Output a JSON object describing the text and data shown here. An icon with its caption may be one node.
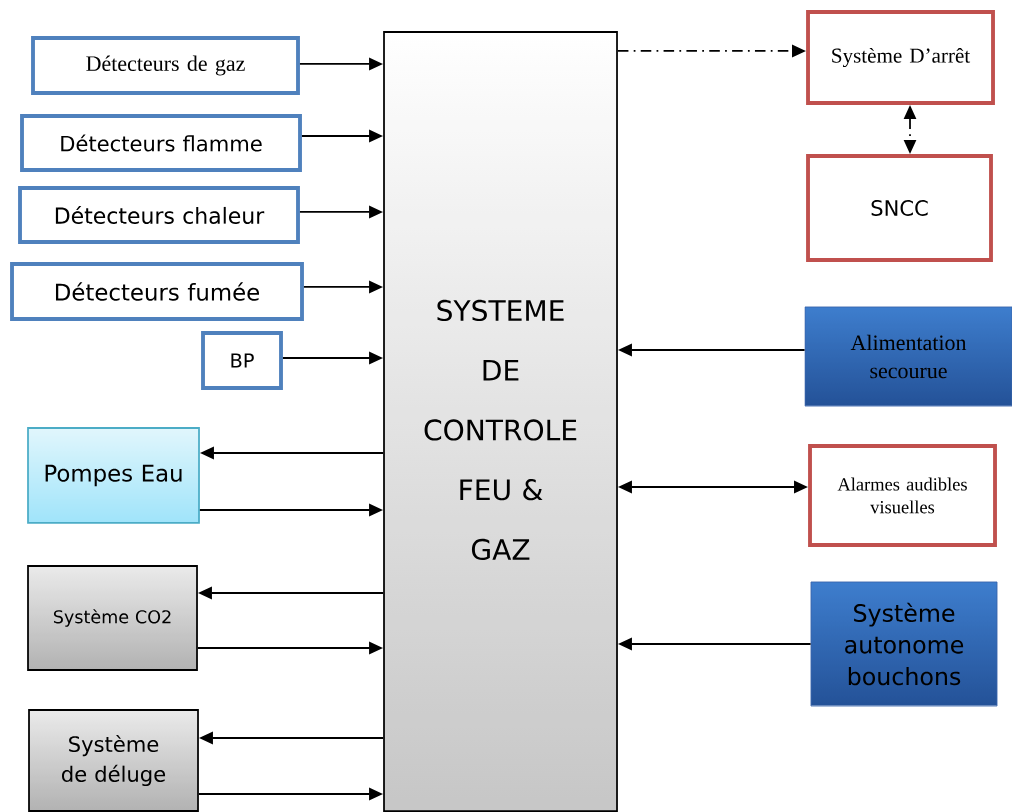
{
  "diagram": {
    "nodes": [
      {
        "text": [
          "SYSTEME DE CONTROLE FEU & GAZ"
        ]
      },
      {
        "text": [
          "Détecteurs de gaz"
        ]
      },
      {
        "text": [
          "Détecteurs flamme"
        ]
      },
      {
        "text": [
          "Détecteurs chaleur"
        ]
      },
      {
        "text": [
          "Détecteurs fumée"
        ]
      },
      {
        "text": [
          "BP"
        ]
      },
      {
        "text": [
          "Pompes Eau"
        ]
      },
      {
        "text": [
          "Système CO2"
        ]
      },
      {
        "text": [
          "Système de déluge"
        ]
      },
      {
        "text": [
          "Système D’arrêt"
        ]
      },
      {
        "text": [
          "SNCC"
        ]
      },
      {
        "text": [
          "Alimentation secourue"
        ]
      },
      {
        "text": [
          "Alarmes audibles visuelles"
        ]
      },
      {
        "text": [
          "Système autonome bouchons"
        ]
      }
    ],
    "edges": [
      {
        "from": 1,
        "to": 0,
        "arrow": "to"
      },
      {
        "from": 2,
        "to": 0,
        "arrow": "to"
      },
      {
        "from": 3,
        "to": 0,
        "arrow": "to"
      },
      {
        "from": 4,
        "to": 0,
        "arrow": "to"
      },
      {
        "from": 5,
        "to": 0,
        "arrow": "to"
      },
      {
        "from": 0,
        "to": 6,
        "arrow": "to"
      },
      {
        "from": 6,
        "to": 0,
        "arrow": "to"
      },
      {
        "from": 0,
        "to": 7,
        "arrow": "to"
      },
      {
        "from": 7,
        "to": 0,
        "arrow": "to"
      },
      {
        "from": 0,
        "to": 8,
        "arrow": "to"
      },
      {
        "from": 8,
        "to": 0,
        "arrow": "to"
      },
      {
        "from": 0,
        "to": 9,
        "arrow": "to",
        "style": "dashed"
      },
      {
        "from": 9,
        "to": 10,
        "arrow": "both",
        "style": "dashed"
      },
      {
        "from": 11,
        "to": 0,
        "arrow": "to"
      },
      {
        "from": 0,
        "to": 12,
        "arrow": "both"
      },
      {
        "from": 13,
        "to": 0,
        "arrow": "to"
      }
    ]
  }
}
